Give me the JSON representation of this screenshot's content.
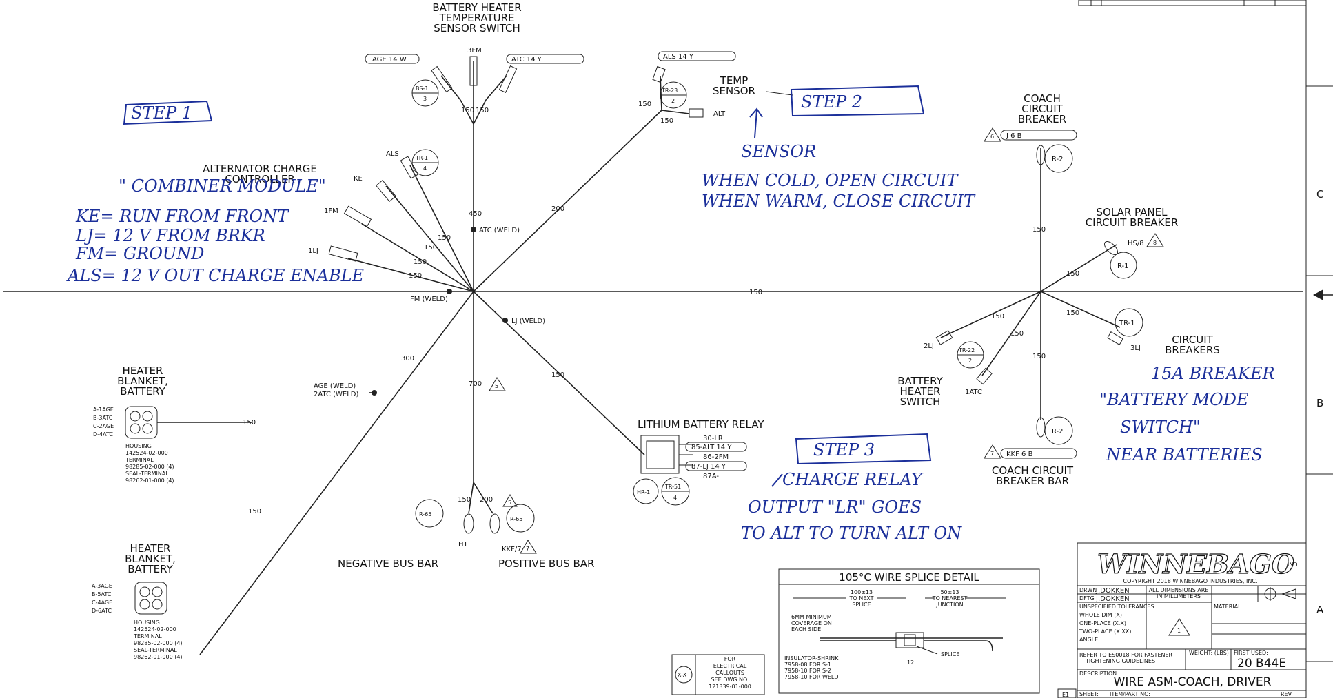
{
  "components": {
    "battery_heater_temp_switch": [
      "BATTERY HEATER",
      "TEMPERATURE",
      "SENSOR SWITCH"
    ],
    "alternator_charge_controller": [
      "ALTERNATOR CHARGE",
      "CONTROLLER"
    ],
    "temp_sensor": [
      "TEMP",
      "SENSOR"
    ],
    "coach_circuit_breaker": [
      "COACH",
      "CIRCUIT",
      "BREAKER"
    ],
    "solar_panel_breaker": [
      "SOLAR PANEL",
      "CIRCUIT BREAKER"
    ],
    "circuit_breakers": [
      "CIRCUIT",
      "BREAKERS"
    ],
    "battery_heater_switch": [
      "BATTERY",
      "HEATER",
      "SWITCH"
    ],
    "lithium_relay": "LITHIUM BATTERY RELAY",
    "heater_blanket_1": [
      "HEATER",
      "BLANKET,",
      "BATTERY"
    ],
    "heater_blanket_2": [
      "HEATER",
      "BLANKET,",
      "BATTERY"
    ],
    "negative_bus": "NEGATIVE BUS BAR",
    "positive_bus": "POSITIVE BUS BAR",
    "coach_breaker_bar": [
      "COACH CIRCUIT",
      "BREAKER BAR"
    ]
  },
  "wire_labels": {
    "age_14w": "AGE 14 W",
    "atc_14y": "ATC 14 Y",
    "als_14y": "ALS 14 Y",
    "j6b": "J 6 B",
    "kkf6b": "KKF 6 B",
    "3fm": "3FM",
    "alt": "ALT",
    "als": "ALS",
    "ke": "KE",
    "1fm": "1FM",
    "1lj": "1LJ",
    "hs8": "HS/8",
    "2lj": "2LJ",
    "1atc": "1ATC",
    "3lj": "3LJ",
    "ht": "HT",
    "kkf7": "KKF/7"
  },
  "welds": {
    "atc": "ATC (WELD)",
    "fm": "FM (WELD)",
    "lj": "LJ (WELD)",
    "age": "AGE (WELD)",
    "age2": "2ATC (WELD)"
  },
  "lengths": {
    "l150": "150",
    "l450": "450",
    "l200": "200",
    "l300": "300",
    "l700": "700"
  },
  "tags": {
    "bs1": [
      "BS-1",
      "3"
    ],
    "tr23": [
      "TR-23",
      "2"
    ],
    "tr1a": [
      "TR-1",
      "4"
    ],
    "r2a": "R-2",
    "r1": "R-1",
    "tr1b": "TR-1",
    "tr22": [
      "TR-22",
      "2"
    ],
    "r2b": "R-2",
    "hr1": "HR-1",
    "tr51": [
      "TR-51",
      "4"
    ],
    "r65a": "R-65",
    "r65b": "R-65",
    "tri5": "5",
    "tri6": "6",
    "tri7": "7",
    "tri8": "8"
  },
  "relay_pins": [
    "30-LR",
    "85-ALT 14 Y",
    "86-2FM",
    "87-LJ 14 Y",
    "87A-"
  ],
  "blanket1_pins": [
    "A-1AGE",
    "B-3ATC",
    "C-2AGE",
    "D-4ATC"
  ],
  "blanket2_pins": [
    "A-3AGE",
    "B-5ATC",
    "C-4AGE",
    "D-6ATC"
  ],
  "housing_notes": [
    "HOUSING",
    "142524-02-000",
    "TERMINAL",
    "98285-02-000 (4)",
    "SEAL-TERMINAL",
    "98262-01-000 (4)"
  ],
  "handwriting": {
    "step1": "STEP 1",
    "step2": "STEP 2",
    "step3": "STEP 3",
    "combiner": "\" COMBINER MODULE\"",
    "ke": "KE= RUN FROM FRONT",
    "lj": "LJ= 12 V FROM BRKR",
    "fm": "FM= GROUND",
    "als": "ALS= 12 V OUT CHARGE ENABLE",
    "sensor": "SENSOR",
    "when_cold": "WHEN COLD, OPEN CIRCUIT",
    "when_warm": "WHEN WARM, CLOSE CIRCUIT",
    "breaker1": "15A BREAKER",
    "breaker2": "\"BATTERY MODE",
    "breaker3": "SWITCH\"",
    "breaker4": "NEAR BATTERIES",
    "relay1": "CHARGE RELAY",
    "relay2": "OUTPUT \"LR\" GOES",
    "relay3": "TO ALT TO TURN ALT ON"
  },
  "splice_detail": {
    "title": "105°C WIRE SPLICE DETAIL",
    "left_dim": [
      "100±13",
      "TO NEXT",
      "SPLICE"
    ],
    "right_dim": [
      "50±13",
      "TO NEAREST",
      "JUNCTION"
    ],
    "coverage": [
      "6MM MINIMUM",
      "COVERAGE ON",
      "EACH SIDE"
    ],
    "splice": "SPLICE",
    "twelve": "12",
    "insulator": [
      "INSULATOR-SHRINK",
      "7958-08 FOR S-1",
      "7958-10 FOR S-2",
      "7958-10 FOR WELD"
    ]
  },
  "callout_note": {
    "symbol": "X-X",
    "lines": [
      "FOR",
      "ELECTRICAL",
      "CALLOUTS",
      "SEE DWG NO.",
      "121339-01-000"
    ]
  },
  "title_block": {
    "logo": "WINNEBAGO",
    "ind": "IND",
    "copyright": "COPYRIGHT 2018 WINNEBAGO INDUSTRIES, INC.",
    "drawn_label": "DRWN",
    "drawn": "J.DOKKEN",
    "chkd_label": "DFTG",
    "chkd": "J.DOKKEN",
    "dims": [
      "ALL DIMENSIONS ARE",
      "IN MILLIMETERS"
    ],
    "tolerances": [
      "UNSPECIFIED TOLERANCES:",
      "WHOLE DIM (X)",
      "ONE-PLACE (X.X)",
      "TWO-PLACE (X.XX)",
      "ANGLE"
    ],
    "material": "MATERIAL:",
    "refer": [
      "REFER TO ES0018 FOR FASTENER",
      "TIGHTENING GUIDELINES"
    ],
    "weight": "WEIGHT: (LBS)",
    "first_used": "FIRST USED:",
    "model": "20 B44E",
    "description_label": "DESCRIPTION:",
    "description": "WIRE ASM-COACH, DRIVER",
    "sheet": "SHEET:",
    "item": "ITEM/PART NO:",
    "rev": "REV",
    "e1": "E1",
    "tri_note": "1"
  },
  "border": {
    "zones": [
      "C",
      "B",
      "A"
    ]
  }
}
